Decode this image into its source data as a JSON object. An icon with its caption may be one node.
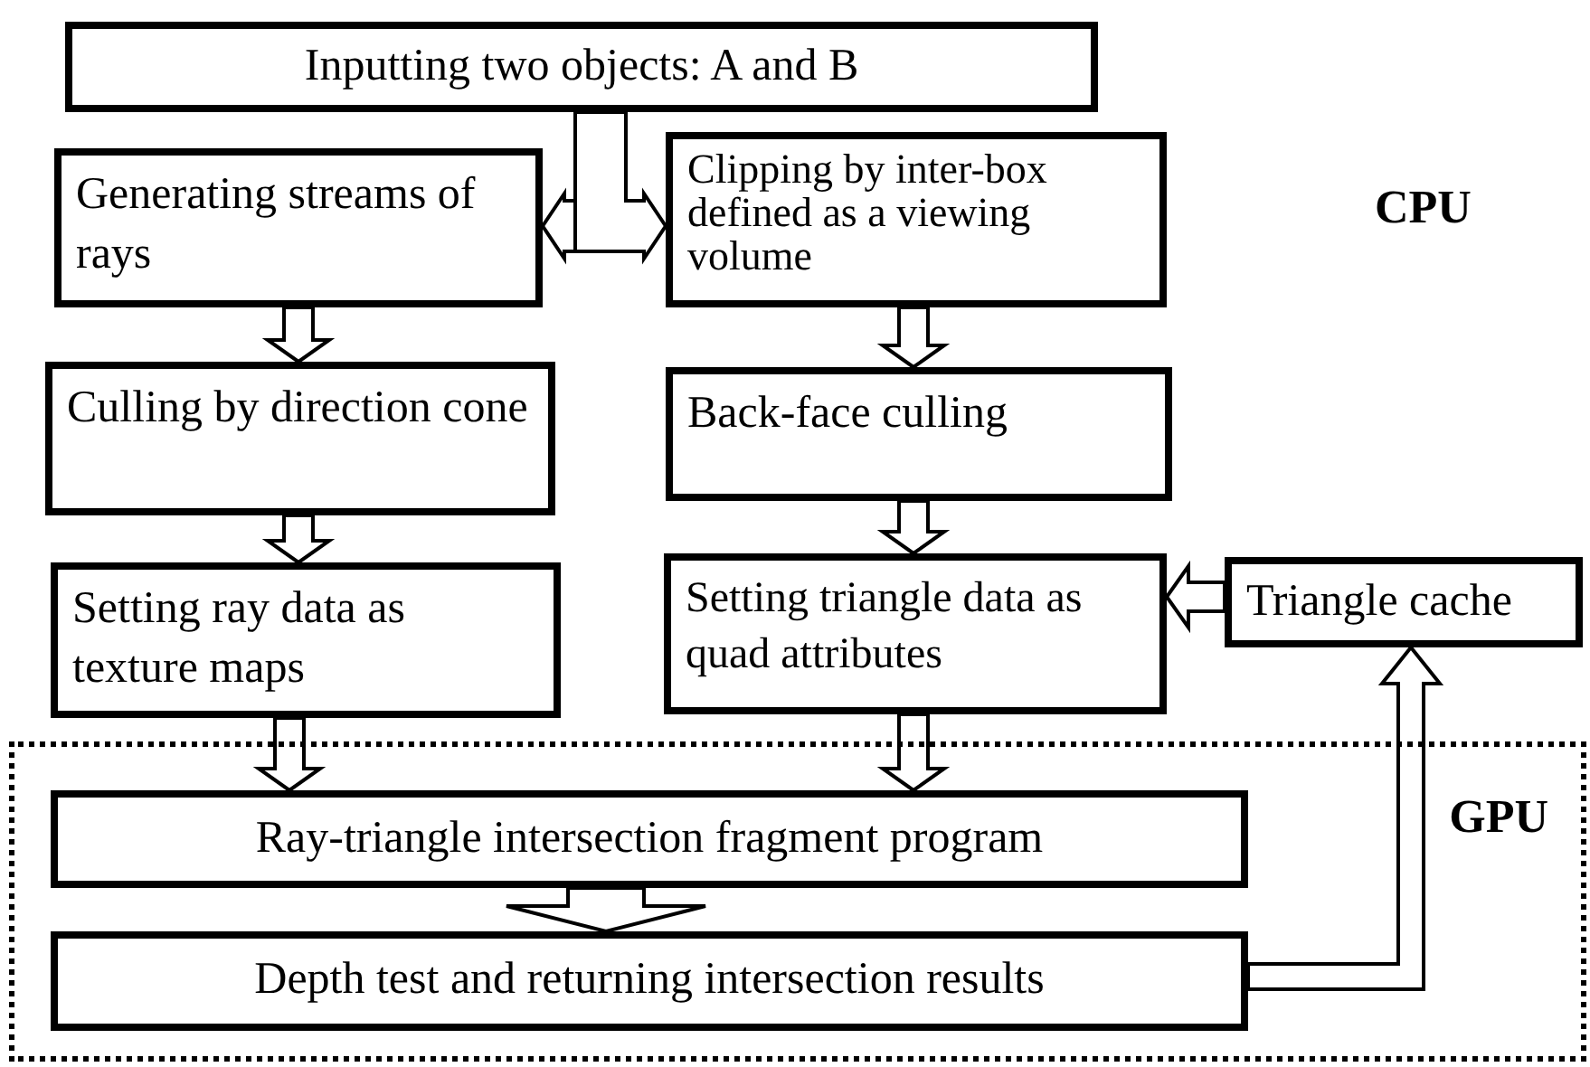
{
  "diagram": {
    "nodes": [
      {
        "text": [
          "Inputting two objects: A and B"
        ]
      },
      {
        "text": [
          "Generating streams of rays"
        ]
      },
      {
        "text": [
          "Clipping by inter-box defined as a viewing volume"
        ]
      },
      {
        "text": [
          "Culling by direction cone"
        ]
      },
      {
        "text": [
          "Back-face culling"
        ]
      },
      {
        "text": [
          "Setting ray data as texture maps"
        ]
      },
      {
        "text": [
          "Setting triangle data as quad attributes"
        ]
      },
      {
        "text": [
          "Triangle cache"
        ]
      },
      {
        "text": [
          "GPU"
        ]
      },
      {
        "text": [
          "Ray-triangle intersection fragment program"
        ],
        "in": 8
      },
      {
        "text": [
          "Depth test and returning intersection results"
        ],
        "in": 8
      }
    ],
    "edges": [
      {
        "from": 0,
        "to": 1,
        "arrow": "to"
      },
      {
        "from": 0,
        "to": 2,
        "arrow": "to"
      },
      {
        "from": 1,
        "to": 3,
        "arrow": "to"
      },
      {
        "from": 3,
        "to": 5,
        "arrow": "to"
      },
      {
        "from": 5,
        "to": 9,
        "arrow": "to"
      },
      {
        "from": 2,
        "to": 4,
        "arrow": "to"
      },
      {
        "from": 4,
        "to": 6,
        "arrow": "to"
      },
      {
        "from": 6,
        "to": 9,
        "arrow": "to"
      },
      {
        "from": 7,
        "to": 6,
        "arrow": "to"
      },
      {
        "from": 9,
        "to": 10,
        "arrow": "to"
      },
      {
        "from": 10,
        "to": 7,
        "arrow": "to"
      }
    ],
    "labels": [
      "CPU"
    ]
  }
}
